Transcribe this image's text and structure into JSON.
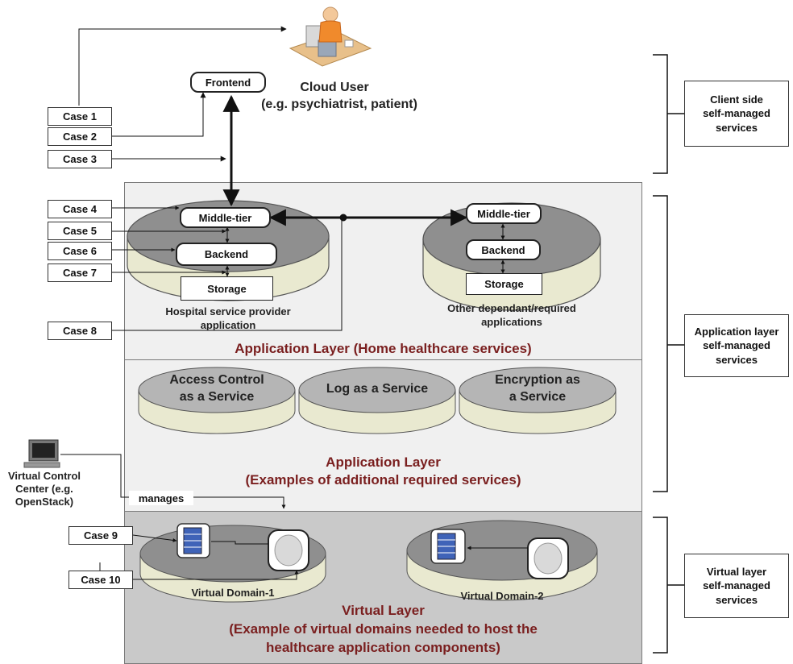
{
  "cloud_user": {
    "title": "Cloud User",
    "subtitle": "(e.g. psychiatrist, patient)"
  },
  "frontend": "Frontend",
  "cases": [
    "Case 1",
    "Case 2",
    "Case 3",
    "Case 4",
    "Case 5",
    "Case 6",
    "Case 7",
    "Case 8",
    "Case 9",
    "Case 10"
  ],
  "hospital": {
    "middle": "Middle-tier",
    "backend": "Backend",
    "storage": "Storage",
    "caption_1": "Hospital service provider",
    "caption_2": "application"
  },
  "other": {
    "middle": "Middle-tier",
    "backend": "Backend",
    "storage": "Storage",
    "caption_1": "Other dependant/required",
    "caption_2": "applications"
  },
  "app_layer_title": "Application Layer (Home healthcare services)",
  "services": [
    {
      "line1": "Access Control",
      "line2": "as a Service"
    },
    {
      "line1": "Log as a Service",
      "line2": ""
    },
    {
      "line1": "Encryption as",
      "line2": "a Service"
    }
  ],
  "services_layer_title": {
    "line1": "Application Layer",
    "line2": "(Examples of additional required services)"
  },
  "vcc": {
    "line1": "Virtual Control",
    "line2": "Center (e.g.",
    "line3": "OpenStack)"
  },
  "manages": "manages",
  "domains": [
    "Virtual Domain-1",
    "Virtual Domain-2"
  ],
  "virtual_layer_title": {
    "line1": "Virtual Layer",
    "line2": "(Example of virtual domains needed to host the",
    "line3": "healthcare application components)"
  },
  "right_boxes": [
    {
      "line1": "Client side",
      "line2": "self-managed",
      "line3": "services"
    },
    {
      "line1": "Application layer",
      "line2": "self-managed",
      "line3": "services"
    },
    {
      "line1": "Virtual layer",
      "line2": "self-managed",
      "line3": "services"
    }
  ],
  "colors": {
    "layer_light": "#f0f0f0",
    "layer_dark": "#c9c9c9",
    "disk_top": "#8f8f8f",
    "disk_side": "#e9e9d0",
    "title_red": "#7a1f1f"
  }
}
